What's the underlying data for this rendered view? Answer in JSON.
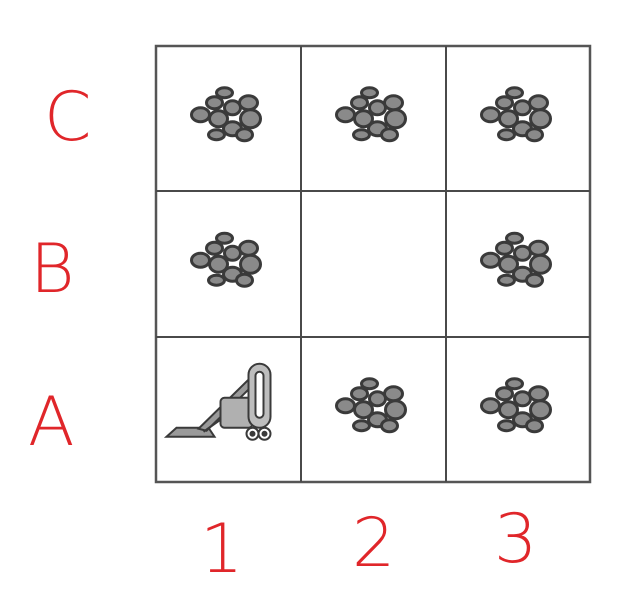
{
  "grid": {
    "rows": [
      "C",
      "B",
      "A"
    ],
    "columns": [
      "1",
      "2",
      "3"
    ],
    "cells": [
      {
        "row": "C",
        "col": "1",
        "content": "dirt"
      },
      {
        "row": "C",
        "col": "2",
        "content": "dirt"
      },
      {
        "row": "C",
        "col": "3",
        "content": "dirt"
      },
      {
        "row": "B",
        "col": "1",
        "content": "dirt"
      },
      {
        "row": "B",
        "col": "2",
        "content": "empty"
      },
      {
        "row": "B",
        "col": "3",
        "content": "dirt"
      },
      {
        "row": "A",
        "col": "1",
        "content": "vacuum"
      },
      {
        "row": "A",
        "col": "2",
        "content": "dirt"
      },
      {
        "row": "A",
        "col": "3",
        "content": "dirt"
      }
    ]
  },
  "colors": {
    "label": "#e0262a",
    "grid": "#4a4a4a",
    "dirt_fill": "#8a8a8a",
    "dirt_stroke": "#3a3a3a",
    "vacuum_fill": "#9a9a9a"
  },
  "icons": {
    "dirt": "dirt-pile-icon",
    "vacuum": "vacuum-cleaner-icon"
  }
}
